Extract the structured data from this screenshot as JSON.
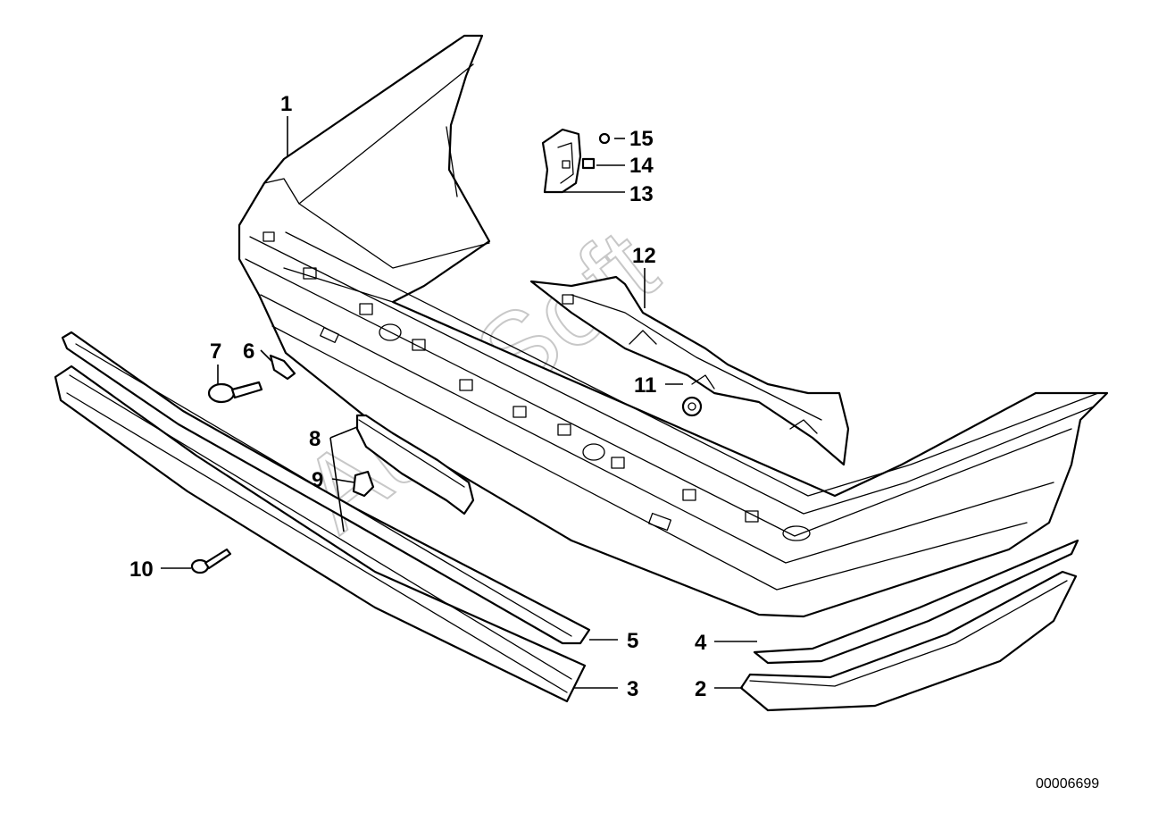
{
  "callouts": {
    "c1": "1",
    "c2": "2",
    "c3": "3",
    "c4": "4",
    "c5": "5",
    "c6": "6",
    "c7": "7",
    "c8": "8",
    "c9": "9",
    "c10": "10",
    "c11": "11",
    "c12": "12",
    "c13": "13",
    "c14": "14",
    "c15": "15"
  },
  "watermark": "AutoSoft",
  "diagram_number": "00006699"
}
